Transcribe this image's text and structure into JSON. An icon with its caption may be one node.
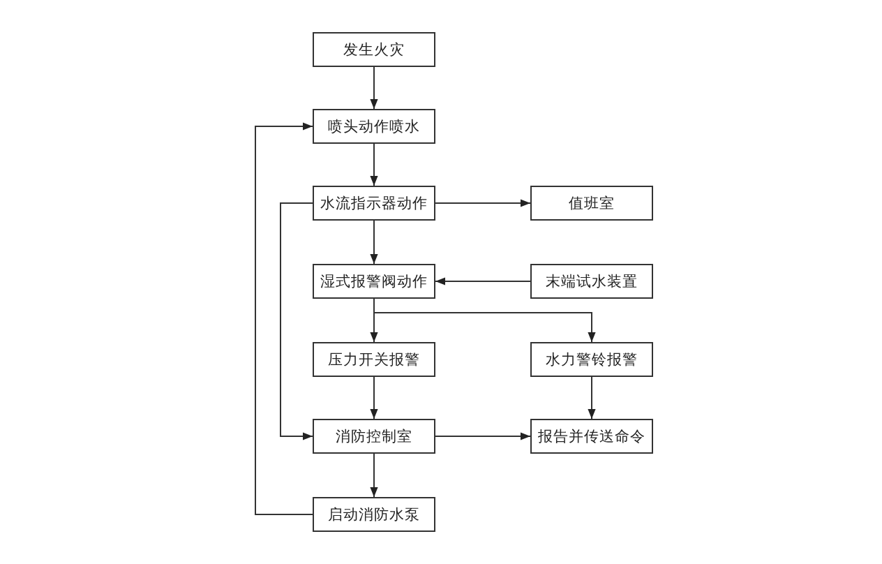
{
  "diagram": {
    "nodes": [
      {
        "text": [
          "发生火灾"
        ]
      },
      {
        "text": [
          "喷头动作喷水"
        ]
      },
      {
        "text": [
          "水流指示器动作"
        ]
      },
      {
        "text": [
          "值班室"
        ]
      },
      {
        "text": [
          "湿式报警阀动作"
        ]
      },
      {
        "text": [
          "末端试水装置"
        ]
      },
      {
        "text": [
          "压力开关报警"
        ]
      },
      {
        "text": [
          "水力警铃报警"
        ]
      },
      {
        "text": [
          "消防控制室"
        ]
      },
      {
        "text": [
          "报告并传送命令"
        ]
      },
      {
        "text": [
          "启动消防水泵"
        ]
      }
    ],
    "edges": [
      {
        "from": 0,
        "to": 1,
        "arrow": "to"
      },
      {
        "from": 1,
        "to": 2,
        "arrow": "to"
      },
      {
        "from": 2,
        "to": 3,
        "arrow": "to"
      },
      {
        "from": 2,
        "to": 4,
        "arrow": "to"
      },
      {
        "from": 5,
        "to": 4,
        "arrow": "to"
      },
      {
        "from": 4,
        "to": 6,
        "arrow": "to"
      },
      {
        "from": 4,
        "to": 7,
        "arrow": "to"
      },
      {
        "from": 6,
        "to": 8,
        "arrow": "to"
      },
      {
        "from": 7,
        "to": 9,
        "arrow": "to"
      },
      {
        "from": 8,
        "to": 9,
        "arrow": "to"
      },
      {
        "from": 8,
        "to": 10,
        "arrow": "to"
      },
      {
        "from": 2,
        "to": 8,
        "arrow": "to"
      },
      {
        "from": 10,
        "to": 1,
        "arrow": "to"
      }
    ]
  }
}
